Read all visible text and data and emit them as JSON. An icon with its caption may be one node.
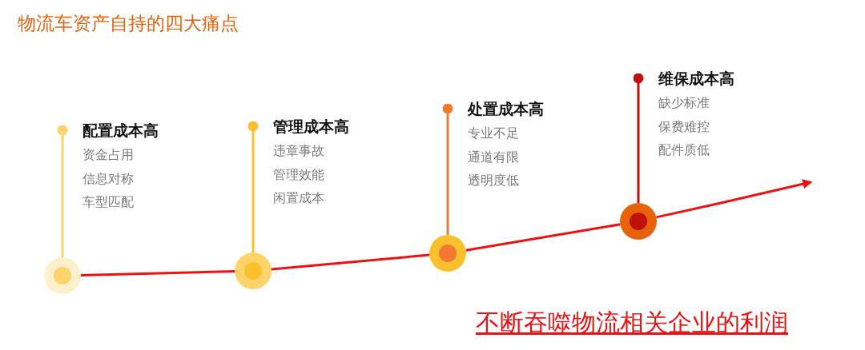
{
  "diagram": {
    "title": "物流车资产自持的四大痛点",
    "nodes": [
      {
        "text": [],
        "shape": "circle"
      },
      {
        "text": [],
        "shape": "circle"
      },
      {
        "text": [],
        "shape": "circle"
      },
      {
        "text": [],
        "shape": "circle"
      },
      {
        "text": [
          "配置成本高",
          "资金占用",
          "信息对称",
          "车型匹配"
        ]
      },
      {
        "text": [
          "管理成本高",
          "违章事故",
          "管理效能",
          "闲置成本"
        ]
      },
      {
        "text": [
          "处置成本高",
          "专业不足",
          "通道有限",
          "透明度低"
        ]
      },
      {
        "text": [
          "维保成本高",
          "缺少标准",
          "保费难控",
          "配件质低"
        ]
      }
    ],
    "edges": [
      {
        "from": 0,
        "to": 1,
        "arrow": "none"
      },
      {
        "from": 1,
        "to": 2,
        "arrow": "none"
      },
      {
        "from": 2,
        "to": 3,
        "arrow": "none"
      },
      {
        "from": 3,
        "to": null,
        "arrow": "to"
      },
      {
        "from": 0,
        "to": 4,
        "arrow": "other",
        "color": "#fdd36a"
      },
      {
        "from": 1,
        "to": 5,
        "arrow": "other",
        "color": "#fbc02d"
      },
      {
        "from": 2,
        "to": 6,
        "arrow": "other",
        "color": "#f27a30"
      },
      {
        "from": 3,
        "to": 7,
        "arrow": "other",
        "color": "#c0120c"
      }
    ],
    "labels": [
      "不断吞噬物流相关企业的利润"
    ]
  }
}
